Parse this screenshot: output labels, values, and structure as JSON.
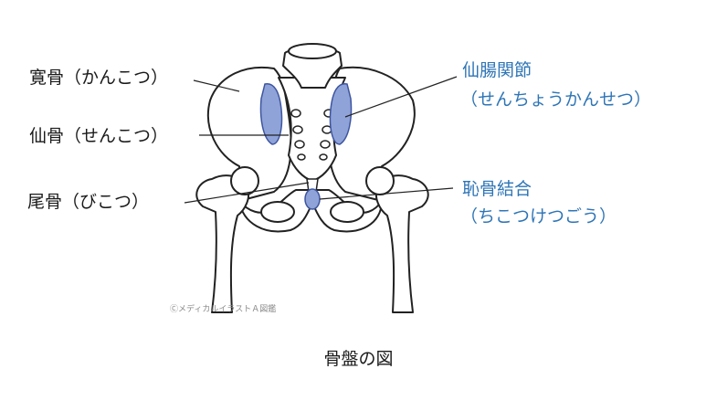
{
  "labels": {
    "ilium": "寛骨（かんこつ）",
    "sacrum": "仙骨（せんこつ）",
    "coccyx": "尾骨（びこつ）",
    "sacroiliac_joint": "仙腸関節",
    "sacroiliac_joint_reading": "（せんちょうかんせつ）",
    "pubic_symphysis": "恥骨結合",
    "pubic_symphysis_reading": "（ちこつけつごう）"
  },
  "caption": "骨盤の図",
  "copyright": "ⒸメディカルイラストＡ図鑑",
  "colors": {
    "text": "#1a1a1a",
    "highlight_label": "#2e75b6",
    "joint_fill": "#8fa3d8",
    "bone_outline": "#222222"
  }
}
